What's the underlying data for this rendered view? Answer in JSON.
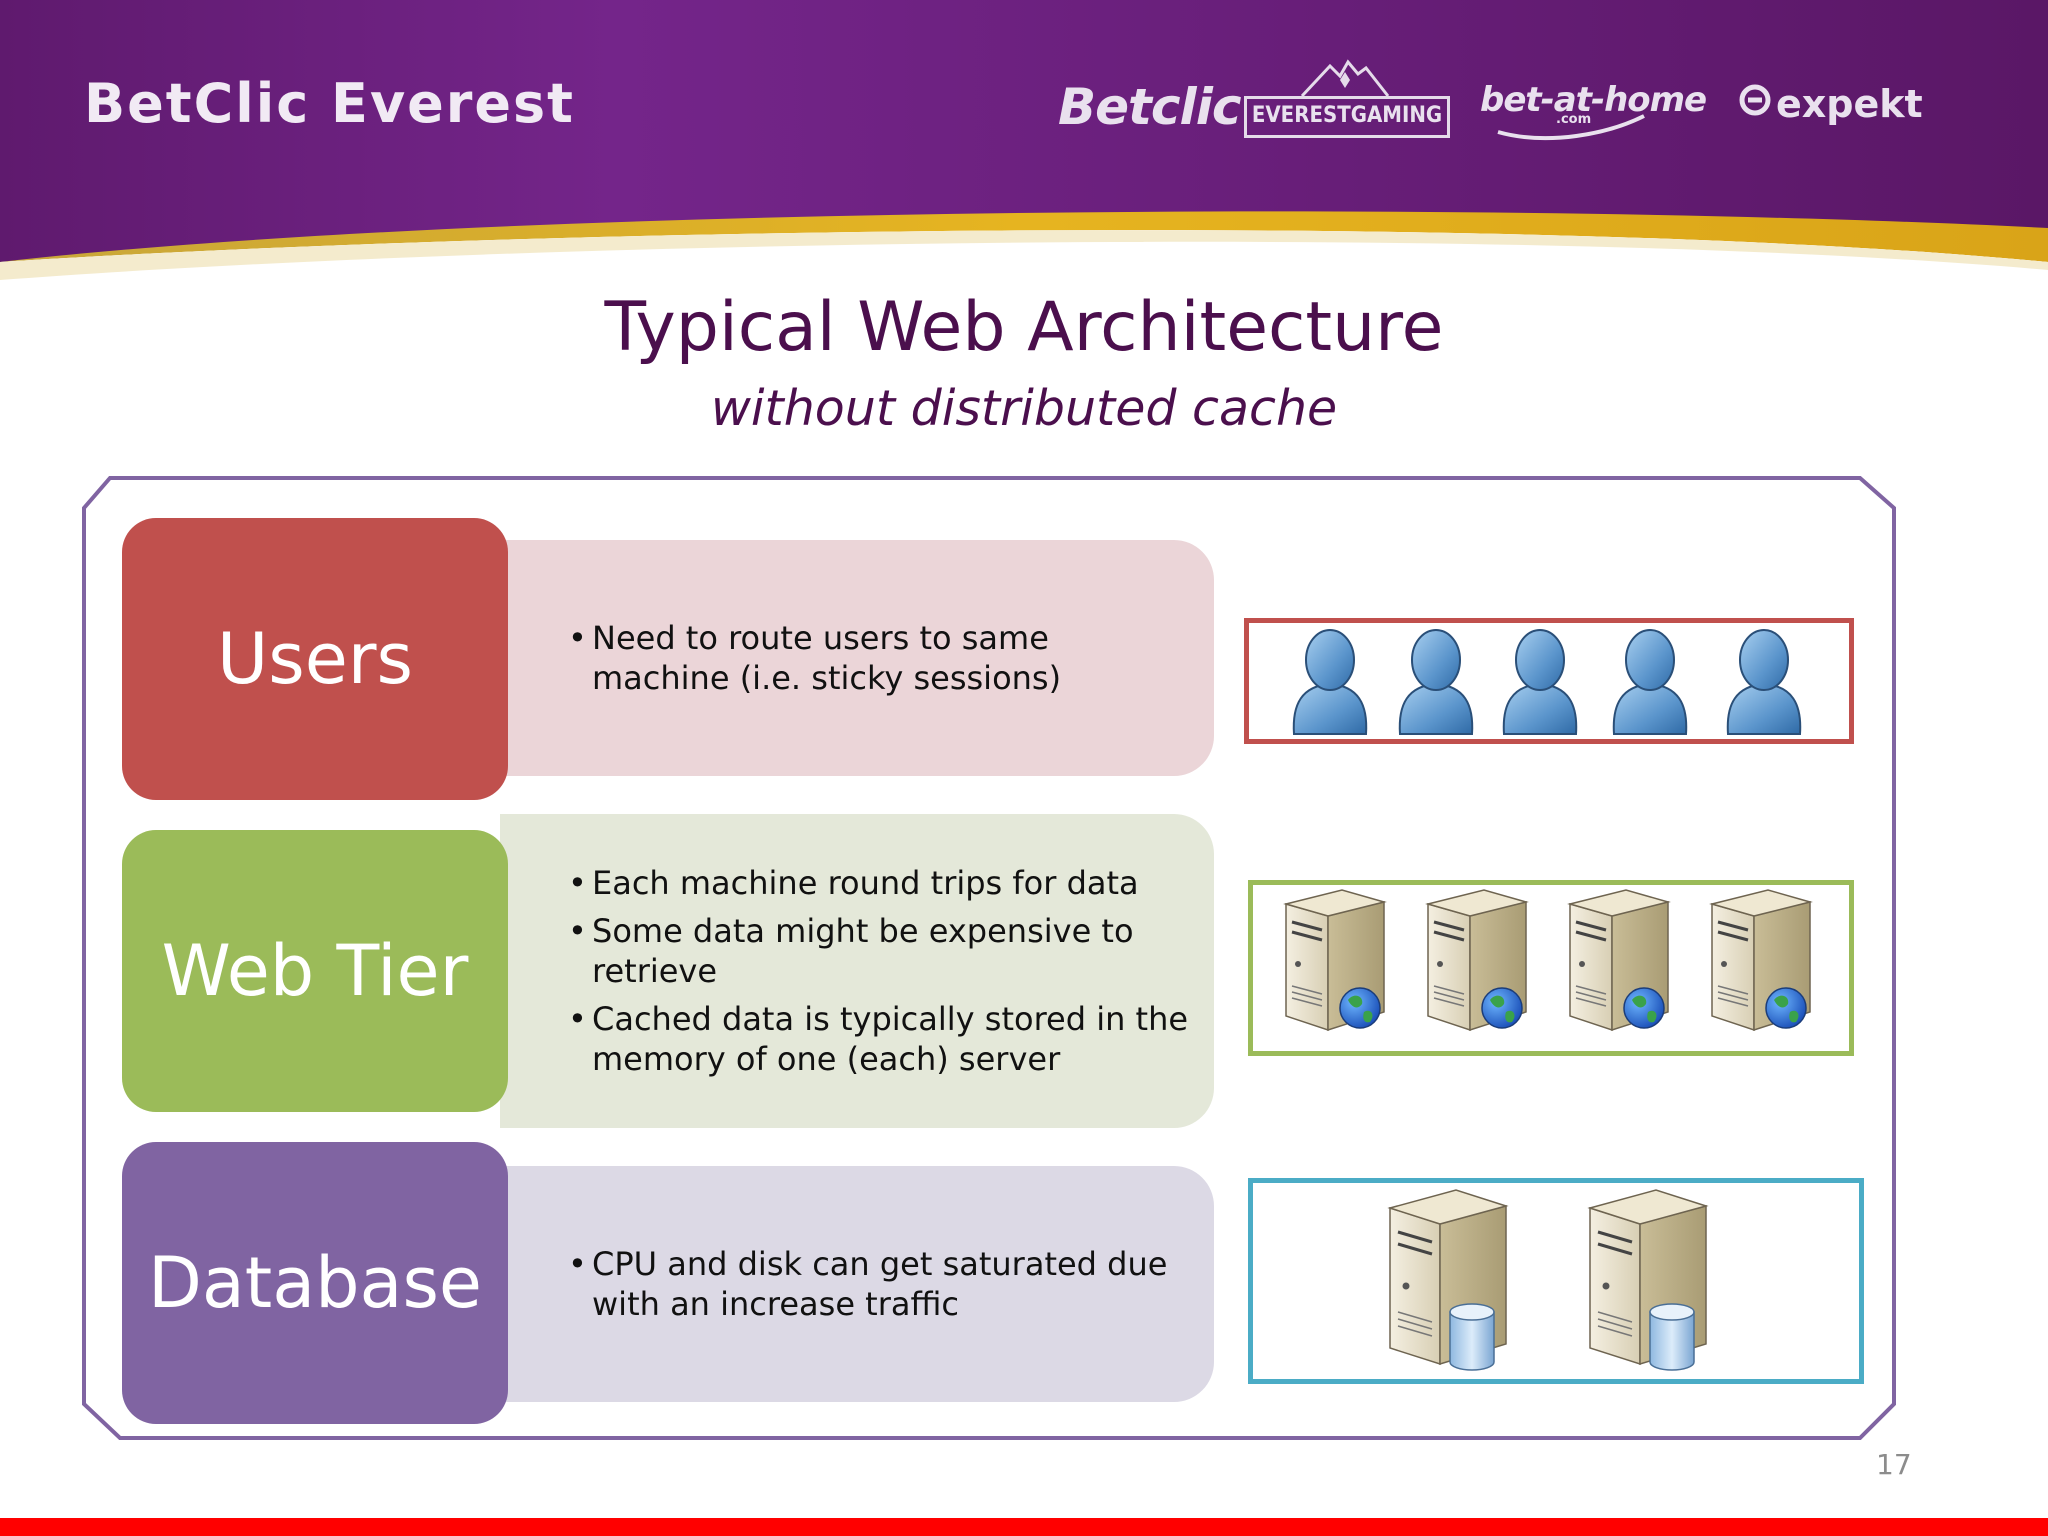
{
  "header": {
    "brand": "BetClic Everest",
    "logos": {
      "betclic": "Betclic",
      "everest": "EVERESTGAMING",
      "bet_at_home": "bet-at-home",
      "bet_at_home_sub": ".com",
      "expekt": "expekt"
    },
    "colors": {
      "banner": "#6a1f7a",
      "stripe": "#e3b020"
    }
  },
  "slide": {
    "title": "Typical Web Architecture",
    "subtitle": "without distributed cache",
    "page_number": "17"
  },
  "rows": [
    {
      "label": "Users",
      "color": "#c0504d",
      "bullets": [
        "Need to route users to same machine (i.e. sticky sessions)"
      ],
      "icon": "user-icon",
      "icon_count": 5
    },
    {
      "label": "Web Tier",
      "color": "#9bbb59",
      "bullets": [
        "Each machine round trips for data",
        "Some data might be expensive to retrieve",
        "Cached data is typically stored in the memory of one (each) server"
      ],
      "icon": "web-server-icon",
      "icon_count": 4
    },
    {
      "label": "Database",
      "color": "#8064a2",
      "bullets": [
        "CPU and disk can get saturated due with an increase traffic"
      ],
      "icon": "database-server-icon",
      "icon_count": 2
    }
  ]
}
